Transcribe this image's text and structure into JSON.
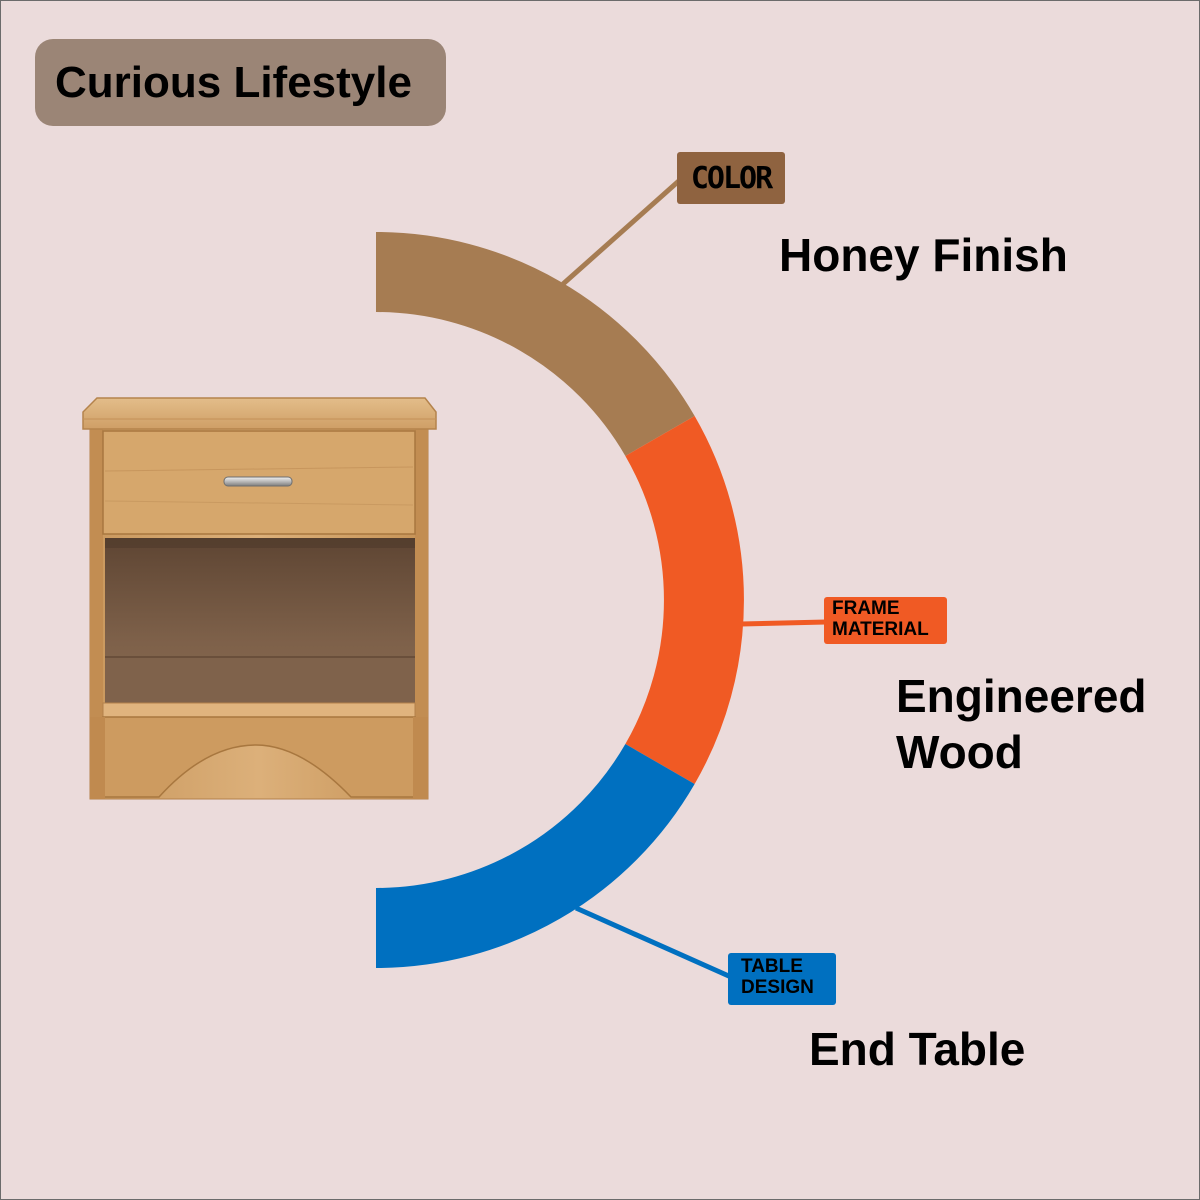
{
  "brand": {
    "name": "Curious Lifestyle"
  },
  "colors": {
    "background": "#ebdbdb",
    "brand_badge": "#9b8576",
    "color_segment": "#a67c52",
    "frame_segment": "#f05a24",
    "design_segment": "#0070c0",
    "wood_light": "#d7aa72",
    "wood_dark": "#7a5c44"
  },
  "features": [
    {
      "tag": "COLOR",
      "value": "Honey Finish"
    },
    {
      "tag_lines": [
        "FRAME",
        "MATERIAL"
      ],
      "value_lines": [
        "Engineered",
        "Wood"
      ]
    },
    {
      "tag_lines": [
        "TABLE",
        "DESIGN"
      ],
      "value": "End Table"
    }
  ],
  "product": {
    "image": "wooden-nightstand-with-drawer-and-open-shelf"
  }
}
